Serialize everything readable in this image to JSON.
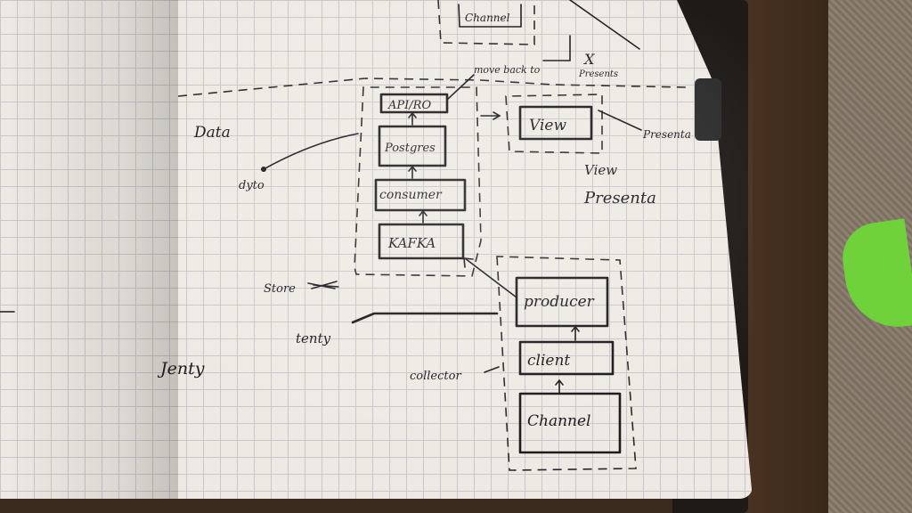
{
  "components": {
    "api": "API/RO",
    "postgres": "Postgres",
    "consumer": "consumer",
    "kafka": "KAFKA",
    "view": "View",
    "producer": "producer",
    "client": "client",
    "channel": "Channel",
    "top_channel": "Channel"
  },
  "labels": {
    "data": "Data",
    "sentry": "Jenty",
    "store": "Store",
    "sentry_mid": "tenty",
    "collector": "collector",
    "presentation_right": "Presenta",
    "view_presenta_line1": "View",
    "view_presenta_line2": "Presenta",
    "move_back": "move back to",
    "presents_top": "Presents",
    "dyto": "dyto",
    "x_mark": "X"
  },
  "colors": {
    "ink": "#1c1a1d",
    "paper": "#eeeae3",
    "grid": "#c9c7cd"
  }
}
